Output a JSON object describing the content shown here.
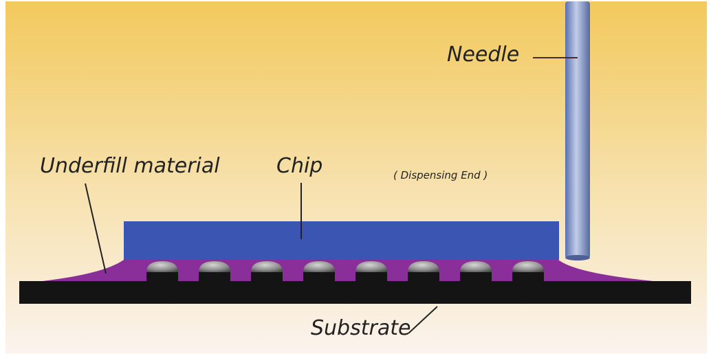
{
  "labels": {
    "needle": "Needle",
    "underfill": "Underfill material",
    "chip": "Chip",
    "dispensing_end": "( Dispensing End )",
    "substrate": "Substrate"
  },
  "colors": {
    "background_top": "#f3cf6a",
    "background_bottom": "#fbf3ee",
    "chip": "#3b55b2",
    "underfill": "#8a2f9a",
    "substrate": "#141414",
    "needle": "#7f92c4",
    "bump": "#9a9a9a",
    "text": "#222222"
  },
  "solder_bump_count": 8
}
